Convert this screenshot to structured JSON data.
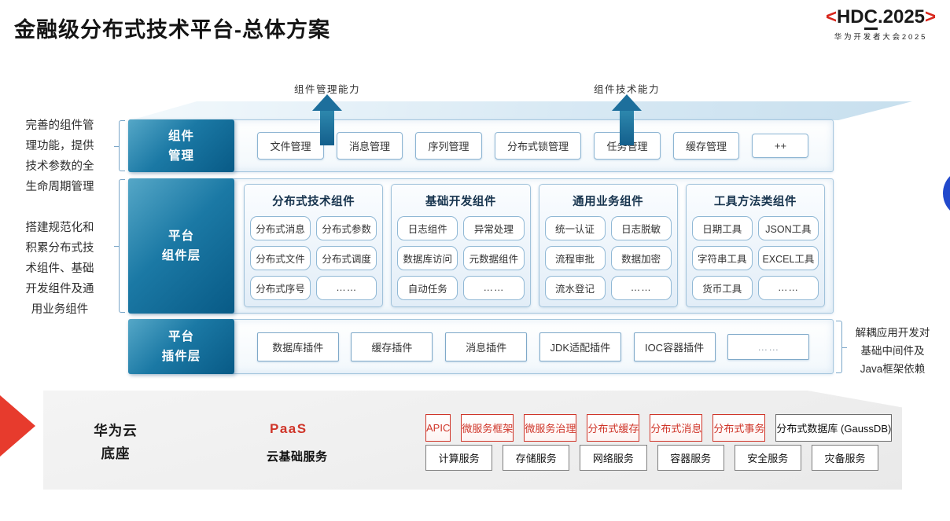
{
  "title": "金融级分布式技术平台-总体方案",
  "logo": {
    "bracket_left": "<",
    "main_pre": "HD",
    "main_c": "C",
    "main_post": ".2025",
    "bracket_right": ">",
    "subtitle": "华为开发者大会2025"
  },
  "annotations": {
    "left_top": "完善的组件管\n理功能，提供\n技术参数的全\n生命周期管理",
    "left_bottom": "搭建规范化和\n积累分布式技\n术组件、基础\n开发组件及通\n用业务组件",
    "right": "解耦应用开发对\n基础中间件及\nJava框架依赖",
    "arrow_left_label": "组件管理能力",
    "arrow_right_label": "组件技术能力"
  },
  "colors": {
    "layer_label_blue": "#0a5d8c",
    "box_border_blue": "#8db5d3",
    "accent_red": "#cf3529",
    "arrow_teal": "#1d6f9c",
    "circle_blue": "#2149cc"
  },
  "rows": {
    "management": {
      "label": "组件\n管理",
      "items": [
        "文件管理",
        "消息管理",
        "序列管理",
        "分布式锁管理",
        "任务管理",
        "缓存管理",
        "++"
      ]
    },
    "components": {
      "label": "平台\n组件层",
      "groups": [
        {
          "title": "分布式技术组件",
          "items": [
            "分布式消息",
            "分布式参数",
            "分布式文件",
            "分布式调度",
            "分布式序号",
            "……"
          ]
        },
        {
          "title": "基础开发组件",
          "items": [
            "日志组件",
            "异常处理",
            "数据库访问",
            "元数据组件",
            "自动任务",
            "……"
          ]
        },
        {
          "title": "通用业务组件",
          "items": [
            "统一认证",
            "日志脱敏",
            "流程审批",
            "数据加密",
            "流水登记",
            "……"
          ]
        },
        {
          "title": "工具方法类组件",
          "items": [
            "日期工具",
            "JSON工具",
            "字符串工具",
            "EXCEL工具",
            "货币工具",
            "……"
          ]
        }
      ]
    },
    "plugins": {
      "label": "平台\n插件层",
      "items": [
        "数据库插件",
        "缓存插件",
        "消息插件",
        "JDK适配插件",
        "IOC容器插件",
        "……"
      ]
    }
  },
  "foundation": {
    "label": "华为云\n底座",
    "paas_label": "PaaS",
    "paas_items": [
      {
        "label": "APIC",
        "variant": "apic"
      },
      {
        "label": "微服务框架",
        "variant": "red"
      },
      {
        "label": "微服务治理",
        "variant": "red"
      },
      {
        "label": "分布式缓存",
        "variant": "red"
      },
      {
        "label": "分布式消息",
        "variant": "red"
      },
      {
        "label": "分布式事务",
        "variant": "red"
      },
      {
        "label": "分布式数据库 (GaussDB)",
        "variant": "dark"
      }
    ],
    "cloud_label": "云基础服务",
    "cloud_items": [
      "计算服务",
      "存储服务",
      "网络服务",
      "容器服务",
      "安全服务",
      "灾备服务"
    ]
  }
}
